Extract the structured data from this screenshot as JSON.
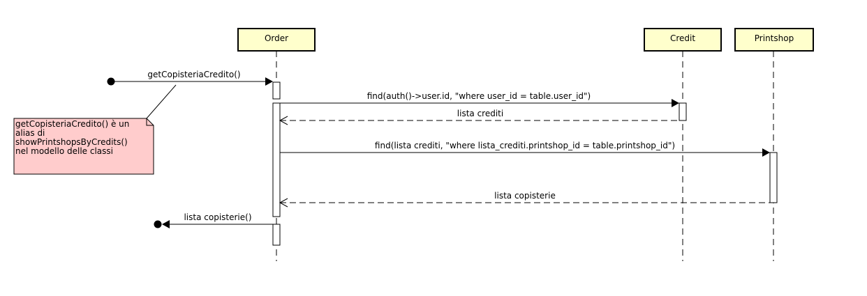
{
  "colors": {
    "participant_fill": "#ffffcc",
    "note_fill": "#ffcccc",
    "activation_fill": "#ffffff",
    "line": "#000000"
  },
  "participants": [
    {
      "id": "order",
      "name": "Order"
    },
    {
      "id": "credit",
      "name": "Credit"
    },
    {
      "id": "printshop",
      "name": "Printshop"
    }
  ],
  "messages": [
    {
      "id": "call",
      "label": "getCopisteriaCredito()",
      "kind": "found-sync"
    },
    {
      "id": "find-credits",
      "label": "find(auth()->user.id, \"where user_id = table.user_id\")",
      "kind": "sync"
    },
    {
      "id": "return-credits",
      "label": "lista crediti",
      "kind": "return"
    },
    {
      "id": "find-printshops",
      "label": "find(lista crediti, \"where lista_crediti.printshop_id = table.printshop_id\")",
      "kind": "sync"
    },
    {
      "id": "return-printshops",
      "label": "lista copisterie",
      "kind": "return"
    },
    {
      "id": "reply",
      "label": "lista copisterie()",
      "kind": "lost"
    }
  ],
  "note": {
    "lines": [
      "getCopisteriaCredito() è un",
      "alias di",
      "showPrintshopsByCredits()",
      "nel modello delle classi"
    ]
  }
}
